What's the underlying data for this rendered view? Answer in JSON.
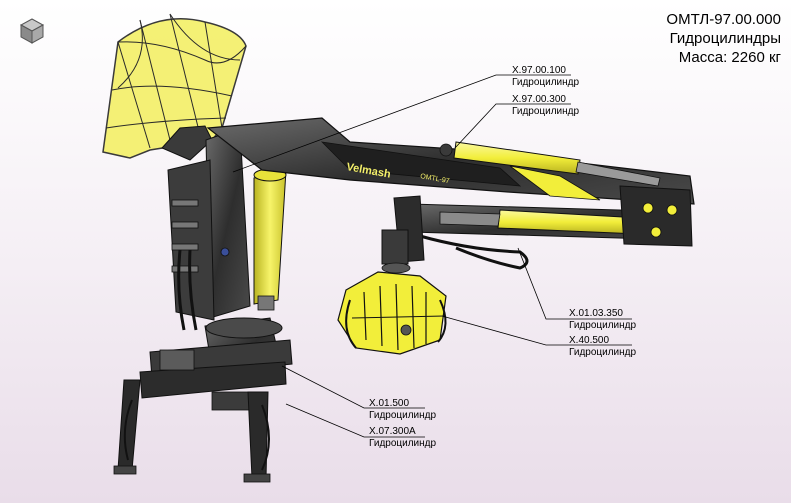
{
  "title_block": {
    "drawing_number": "ОМТЛ-97.00.000",
    "drawing_title": "Гидроцилиндры",
    "mass": "Масса: 2260 кг"
  },
  "callouts": [
    {
      "code": "X.97.00.100",
      "name": "Гидроцилиндр"
    },
    {
      "code": "X.97.00.300",
      "name": "Гидроцилиндр"
    },
    {
      "code": "X.01.03.350",
      "name": "Гидроцилиндр"
    },
    {
      "code": "X.40.500",
      "name": "Гидроцилиндр"
    },
    {
      "code": "X.01.500",
      "name": "Гидроцилиндр"
    },
    {
      "code": "X.07.300A",
      "name": "Гидроцилиндр"
    }
  ],
  "boom_branding": {
    "brand": "Velmash",
    "model": "OMTL-97"
  },
  "icons": {
    "view_cube": "view-orientation-cube-icon"
  },
  "colors": {
    "cylinder_yellow": "#f2ee3a",
    "steel_dark": "#2b2b2b",
    "steel_mid": "#5a5a5a",
    "leader_line": "#000000"
  }
}
